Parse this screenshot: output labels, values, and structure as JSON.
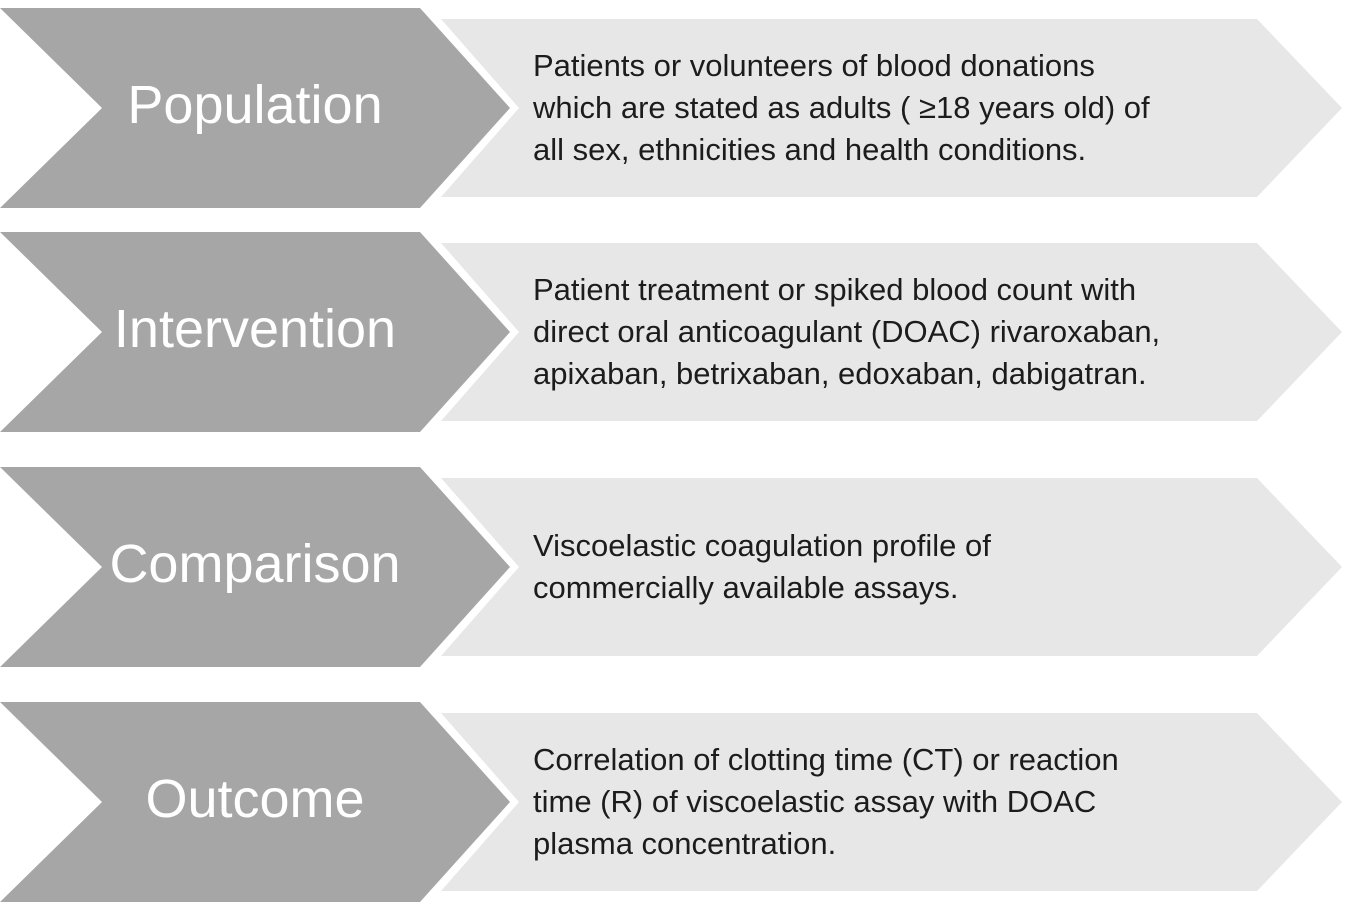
{
  "figure": {
    "type": "pico-flow-diagram",
    "colors": {
      "label_arrow": "#a6a6a6",
      "description_arrow": "#e7e7e7",
      "label_text": "#ffffff",
      "description_text": "#1c1c1c",
      "background": "#ffffff"
    },
    "rows": [
      {
        "label": "Population",
        "description": "Patients or volunteers of blood donations\nwhich are stated as adults ( ≥18 years old) of\nall sex, ethnicities and health conditions."
      },
      {
        "label": "Intervention",
        "description": "Patient treatment or spiked blood count with\ndirect oral anticoagulant (DOAC) rivaroxaban,\napixaban, betrixaban, edoxaban, dabigatran."
      },
      {
        "label": "Comparison",
        "description": "Viscoelastic coagulation profile of\ncommercially available assays."
      },
      {
        "label": "Outcome",
        "description": "Correlation of clotting time (CT) or reaction\ntime (R) of viscoelastic assay with DOAC\nplasma concentration."
      }
    ]
  }
}
